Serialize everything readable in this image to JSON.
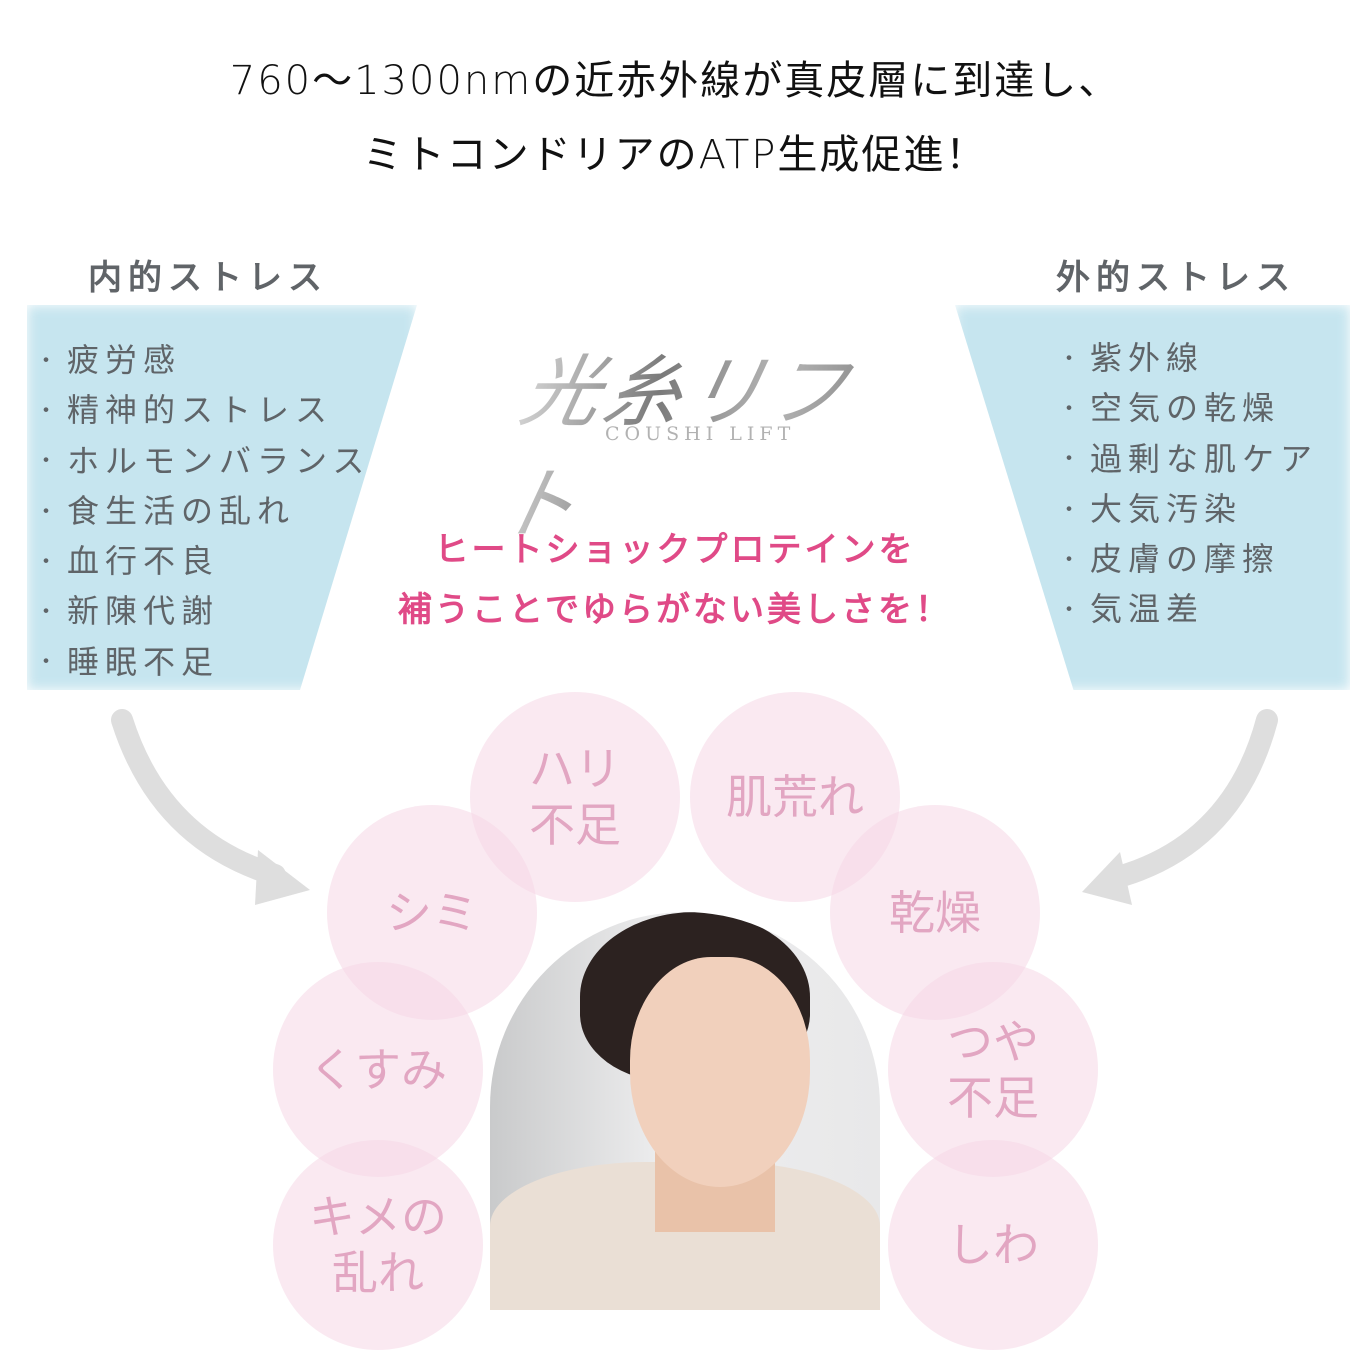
{
  "headline": {
    "line1": "760〜1300nmの近赤外線が真皮層に到達し、",
    "line2": "ミトコンドリアのATP生成促進！"
  },
  "internal_stress": {
    "title": "内的ストレス",
    "items": [
      "疲労感",
      "精神的ストレス",
      "ホルモンバランス",
      "食生活の乱れ",
      "血行不良",
      "新陳代謝",
      "睡眠不足"
    ]
  },
  "external_stress": {
    "title": "外的ストレス",
    "items": [
      "紫外線",
      "空気の乾燥",
      "過剰な肌ケア",
      "大気汚染",
      "皮膚の摩擦",
      "気温差"
    ]
  },
  "bullet": "・",
  "logo": {
    "jp": "光糸リフト",
    "en": "COUSHI LIFT"
  },
  "tagline": {
    "line1": "ヒートショックプロテインを",
    "line2": "補うことでゆらがない美しさを！"
  },
  "skin_concerns": {
    "hari": "ハリ\n不足",
    "hadaare": "肌荒れ",
    "shimi": "シミ",
    "kansou": "乾燥",
    "kusumi": "くすみ",
    "tsuya": "つや\n不足",
    "kime": "キメの\n乱れ",
    "shiwa": "しわ"
  },
  "colors": {
    "accent_pink": "#e04a87",
    "panel_blue": "#c6e5ef",
    "bubble_pink": "#f6d7e6",
    "bubble_text": "#e2a6c2",
    "arrow_gray": "#dedede"
  }
}
